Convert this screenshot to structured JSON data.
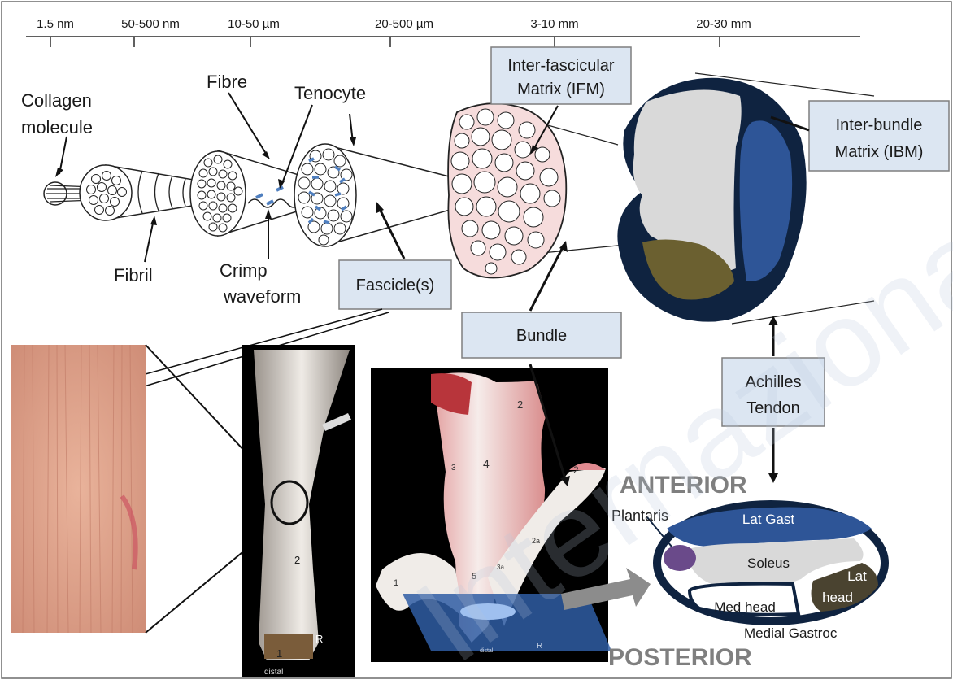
{
  "scale": [
    "1.5 nm",
    "50-500 nm",
    "10-50 µm",
    "20-500  µm",
    "3-10 mm",
    "20-30 mm"
  ],
  "labels": {
    "collagen_1": "Collagen",
    "collagen_2": "molecule",
    "fibre": "Fibre",
    "tenocyte": "Tenocyte",
    "fibril": "Fibril",
    "crimp_1": "Crimp",
    "crimp_2": "waveform"
  },
  "boxes": {
    "ifm_1": "Inter-fascicular",
    "ifm_2": "Matrix (IFM)",
    "ibm_1": "Inter-bundle",
    "ibm_2": "Matrix (IBM)",
    "fascicle": "Fascicle(s)",
    "bundle": "Bundle",
    "achilles_1": "Achilles",
    "achilles_2": "Tendon"
  },
  "section": {
    "anterior": "ANTERIOR",
    "posterior": "POSTERIOR",
    "plantaris": "Plantaris",
    "lat_gast": "Lat Gast",
    "soleus": "Soleus",
    "lat": "Lat",
    "head": "head",
    "med_head": "Med head",
    "medial_gastroc": "Medial Gastroc"
  },
  "photo_labels": {
    "p2": "2",
    "p1": "1",
    "r": "R",
    "distal": "distal",
    "d4": "4",
    "d3": "3",
    "d2": "2",
    "d2b": "2",
    "d5": "5",
    "d1": "1",
    "d3a": "3a",
    "d2a": "2a",
    "dr": "R",
    "ddistal": "distal"
  },
  "watermark": "Internazionale",
  "colors": {
    "box_fill": "#dce6f2",
    "navy": "#0f2340",
    "blue_bundle": "#2e5597",
    "grey_bundle": "#d9d9d9",
    "olive_bundle": "#6b6030",
    "ifm_pink": "#f6dcdc"
  }
}
